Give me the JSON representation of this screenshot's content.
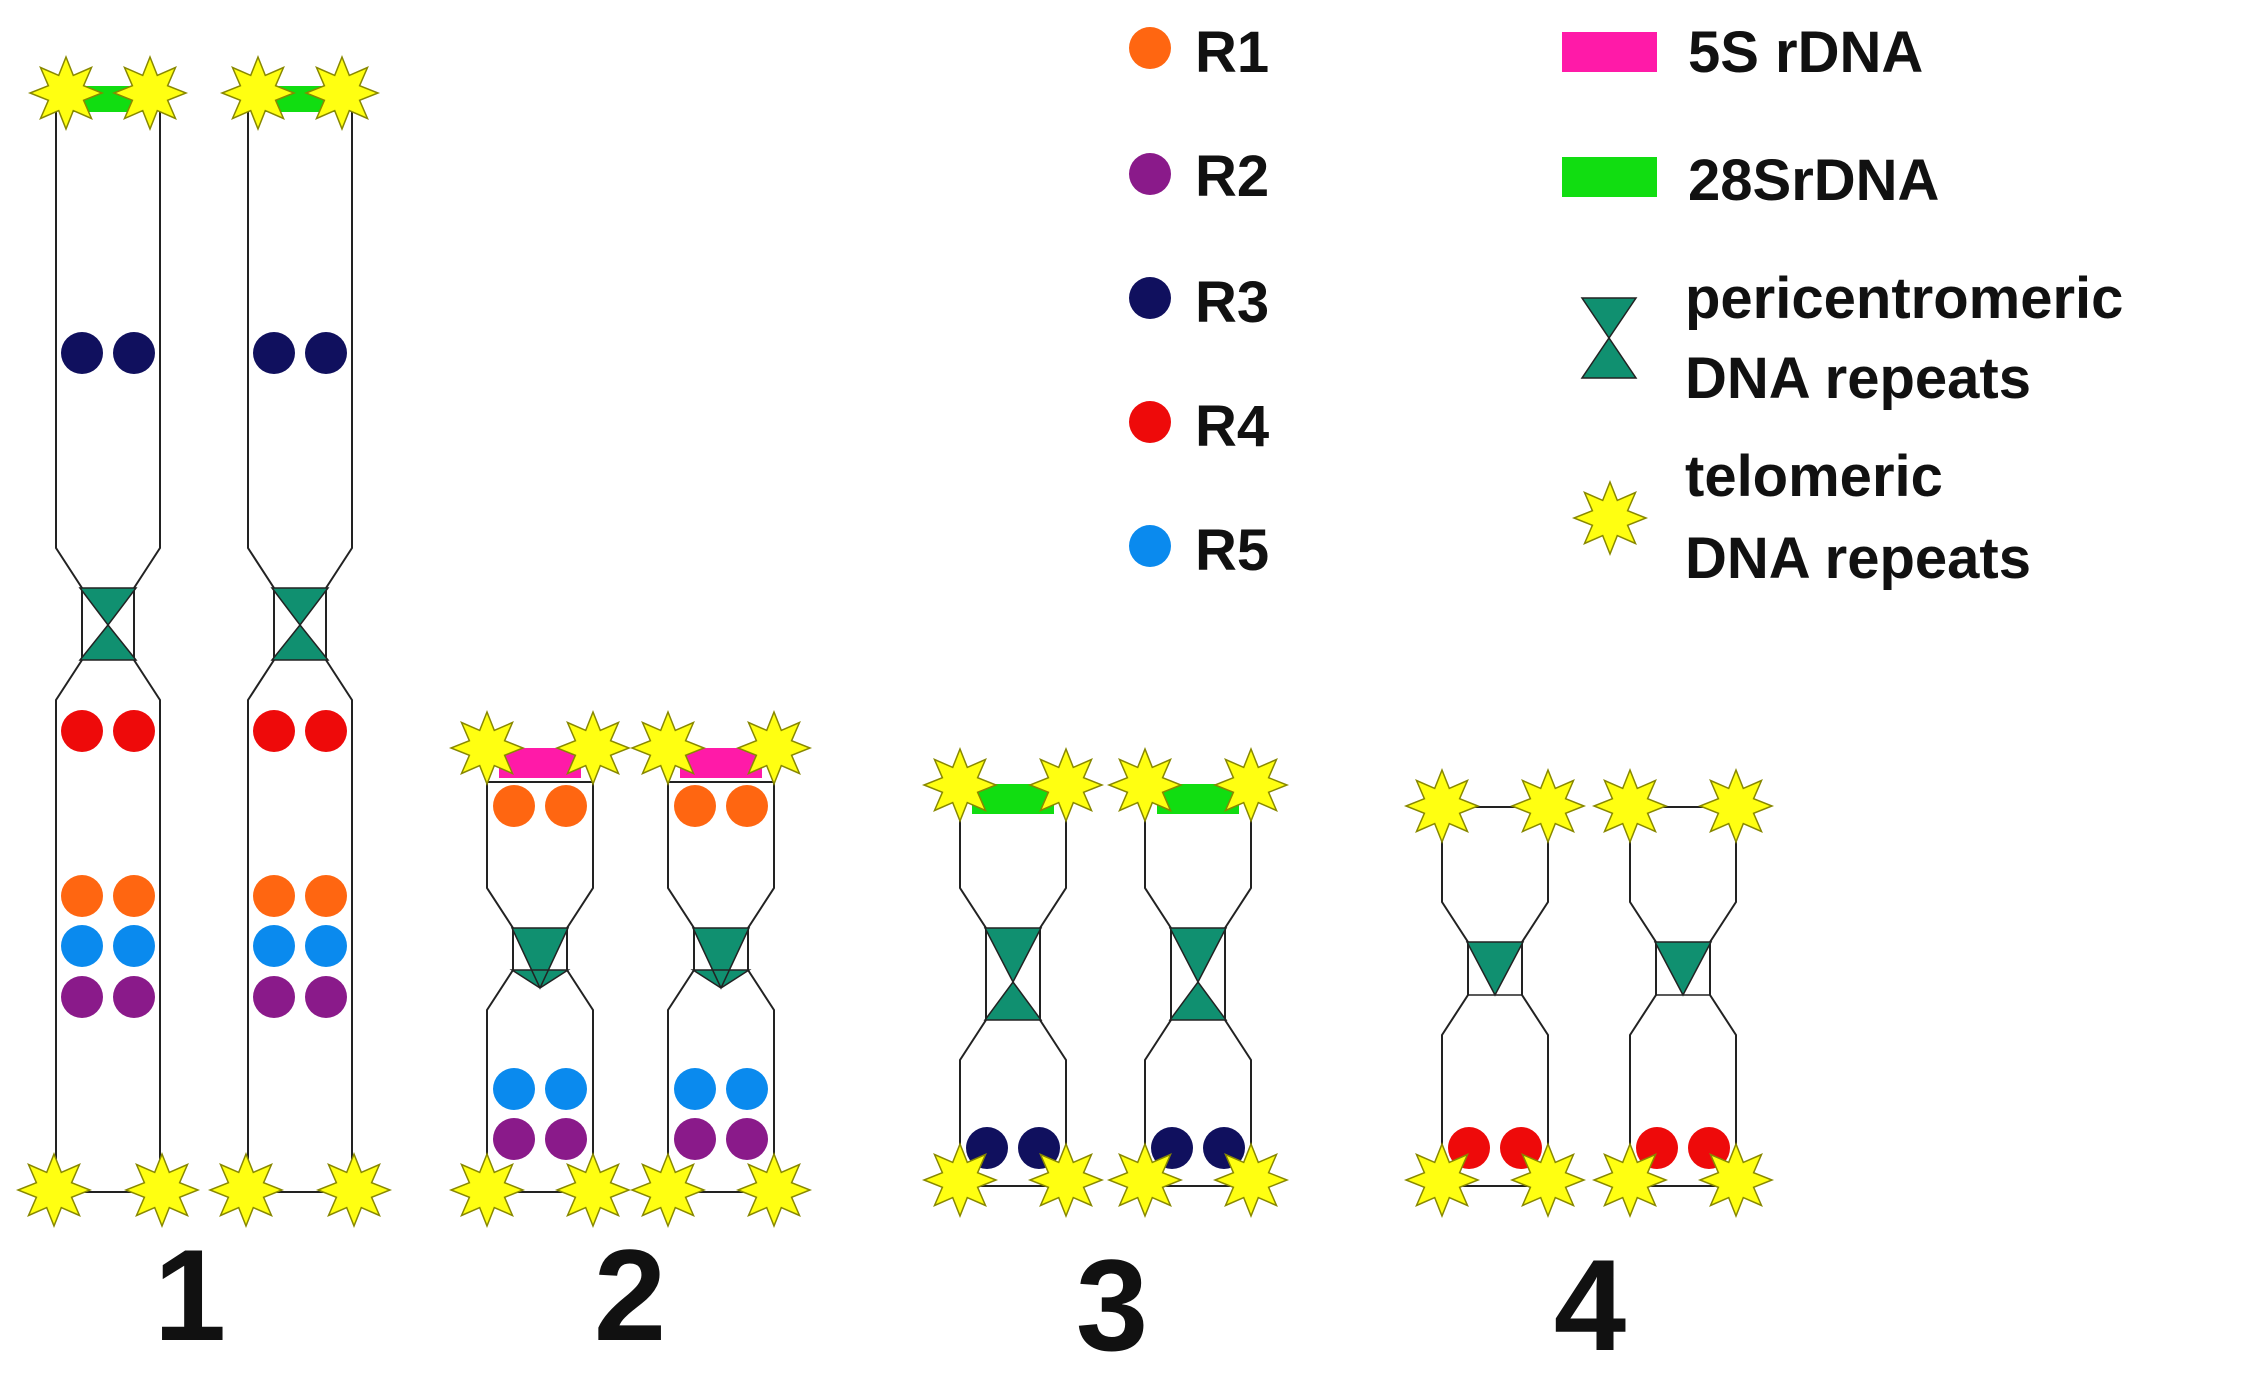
{
  "legend": {
    "repeats": [
      {
        "label": "R1",
        "color": "#ff6611"
      },
      {
        "label": "R2",
        "color": "#8a1a8a"
      },
      {
        "label": "R3",
        "color": "#10105e"
      },
      {
        "label": "R4",
        "color": "#ee0a0a"
      },
      {
        "label": "R5",
        "color": "#0a8aee"
      }
    ],
    "markers": [
      {
        "type": "rect",
        "color": "#ff1aa8",
        "lines": [
          "5S rDNA"
        ]
      },
      {
        "type": "rect",
        "color": "#11dd11",
        "lines": [
          "28SrDNA"
        ]
      },
      {
        "type": "hourglass",
        "color": "#109070",
        "lines": [
          "pericentromeric",
          "DNA repeats"
        ]
      },
      {
        "type": "star",
        "color": "#ffff11",
        "lines": [
          "telomeric",
          "DNA repeats"
        ]
      }
    ]
  },
  "chromosome_pairs": [
    {
      "number": "1",
      "band": "28SrDNA",
      "repeats": [
        "R3",
        "R4",
        "R1",
        "R5",
        "R2"
      ]
    },
    {
      "number": "2",
      "band": "5S rDNA",
      "repeats": [
        "R1",
        "R5",
        "R2"
      ]
    },
    {
      "number": "3",
      "band": "28SrDNA",
      "repeats": [
        "R3"
      ]
    },
    {
      "number": "4",
      "band": "",
      "repeats": [
        "R4"
      ]
    }
  ],
  "colors": {
    "outline": "#222222",
    "star_stroke": "#888800",
    "text": "#111111",
    "background": "#ffffff"
  }
}
